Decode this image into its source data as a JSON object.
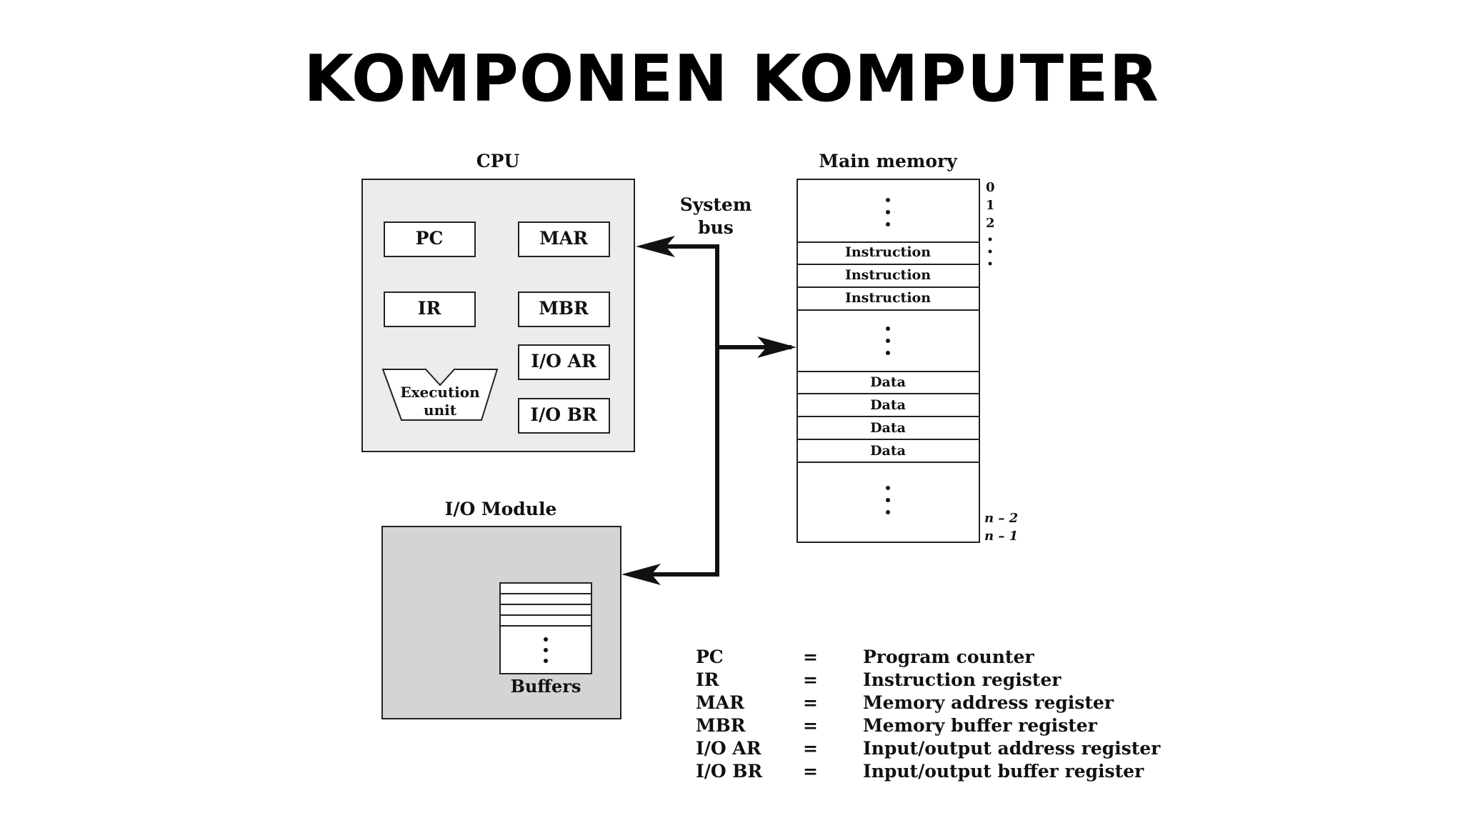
{
  "slide": {
    "title": "KOMPONEN KOMPUTER"
  },
  "diagram": {
    "cpu": {
      "label": "CPU",
      "registers": {
        "pc": "PC",
        "mar": "MAR",
        "ir": "IR",
        "mbr": "MBR",
        "ioar": "I/O AR",
        "iobr": "I/O BR"
      },
      "execution_unit": [
        "Execution",
        "unit"
      ]
    },
    "system_bus": [
      "System",
      "bus"
    ],
    "main_memory": {
      "label": "Main memory",
      "instruction_cells": [
        "Instruction",
        "Instruction",
        "Instruction"
      ],
      "data_cells": [
        "Data",
        "Data",
        "Data",
        "Data"
      ],
      "addresses_top": [
        "0",
        "1",
        "2"
      ],
      "addresses_bottom": [
        "n – 2",
        "n – 1"
      ]
    },
    "io_module": {
      "label": "I/O Module",
      "buffers_label": "Buffers"
    }
  },
  "legend": [
    {
      "abbr": "PC",
      "eq": "=",
      "desc": "Program counter"
    },
    {
      "abbr": "IR",
      "eq": "=",
      "desc": "Instruction register"
    },
    {
      "abbr": "MAR",
      "eq": "=",
      "desc": "Memory address register"
    },
    {
      "abbr": "MBR",
      "eq": "=",
      "desc": "Memory buffer register"
    },
    {
      "abbr": "I/O AR",
      "eq": "=",
      "desc": "Input/output address register"
    },
    {
      "abbr": "I/O BR",
      "eq": "=",
      "desc": "Input/output buffer register"
    }
  ],
  "colors": {
    "cpu_fill": "#ececec",
    "io_fill": "#d4d4d6",
    "stroke": "#222222"
  }
}
